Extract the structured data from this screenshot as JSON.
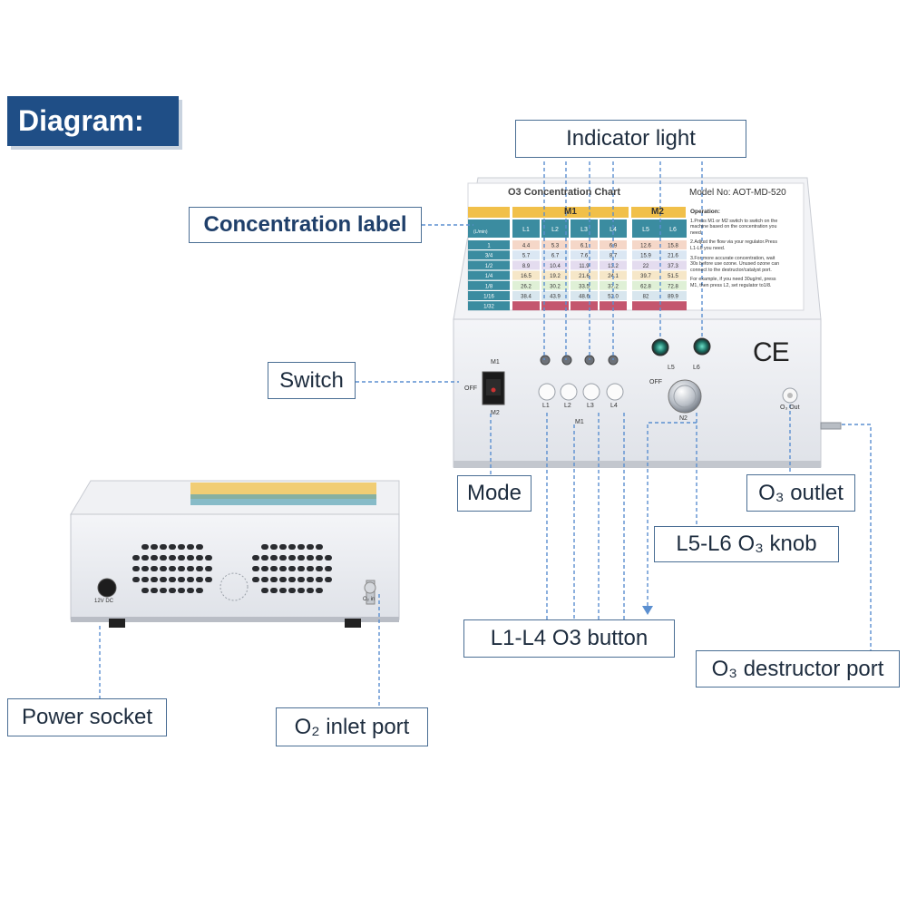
{
  "header": {
    "title": "Diagram:"
  },
  "labels": {
    "indicator_light": "Indicator light",
    "concentration_label": "Concentration label",
    "switch": "Switch",
    "mode": "Mode",
    "o3_outlet": "O₃ outlet",
    "knob": "L5-L6 O₃ knob",
    "buttons": "L1-L4 O3 button",
    "destructor": "O₃ destructor port",
    "power": "Power socket",
    "o2_inlet": "O₂ inlet port"
  },
  "device": {
    "chart_title": "O3 Concentration Chart",
    "model": "Model No: AOT-MD-520",
    "group_m1": "M1",
    "group_m2": "M2",
    "flow_header": "(L/min)",
    "col_headers": [
      "L1",
      "L2",
      "L3",
      "L4",
      "L5",
      "L6"
    ],
    "rows": [
      {
        "flow": "1",
        "values": [
          "4.4",
          "5.3",
          "6.1",
          "6.9",
          "12.6",
          "15.8"
        ]
      },
      {
        "flow": "3/4",
        "values": [
          "5.7",
          "6.7",
          "7.6",
          "8.7",
          "15.9",
          "21.6"
        ]
      },
      {
        "flow": "1/2",
        "values": [
          "8.9",
          "10.4",
          "11.9",
          "13.2",
          "22",
          "37.3"
        ]
      },
      {
        "flow": "1/4",
        "values": [
          "16.5",
          "19.2",
          "21.6",
          "24.1",
          "39.7",
          "51.5"
        ]
      },
      {
        "flow": "1/8",
        "values": [
          "26.2",
          "30.2",
          "33.5",
          "37.2",
          "62.8",
          "72.8"
        ]
      },
      {
        "flow": "1/16",
        "values": [
          "38.4",
          "43.9",
          "48.6",
          "52.0",
          "82",
          "89.9"
        ]
      },
      {
        "flow": "1/32",
        "values": [
          "",
          "",
          "",
          "",
          "",
          ""
        ]
      }
    ],
    "operation_title": "Operation:",
    "operation_lines": [
      "1.Press M1 or M2 switch to switch on the",
      "machine based on the concentration you",
      "need.",
      "2.Adjust the flow via your regulator.Press",
      "L1-L6 you need.",
      "3.For more accurate concentration, wait",
      "30s before use ozone. Unused ozone can",
      "connect to the destructor/catalyst port.",
      "For example, if you need 30ug/ml, press",
      "M1, then press L2, set regulator to1/8."
    ],
    "switch_top": "M1",
    "switch_off": "OFF",
    "switch_bottom": "M2",
    "button_labels": [
      "L1",
      "L2",
      "L3",
      "L4"
    ],
    "m1_caption": "M1",
    "knob_off": "OFF",
    "knob_l5": "L5",
    "knob_l6": "L6",
    "knob_n2": "N2",
    "ce_mark": "CE",
    "o3_out": "O₃ Out",
    "back_dc": "12V DC",
    "back_o2": "O₂ in"
  },
  "colors": {
    "header_bg": "#1f4e86",
    "callout_line": "#5b8fd0",
    "tag_border": "#4a6e94",
    "m_header": "#f1c04a",
    "flow_col": "#3b8ca0",
    "device_body": "#eceef2"
  }
}
